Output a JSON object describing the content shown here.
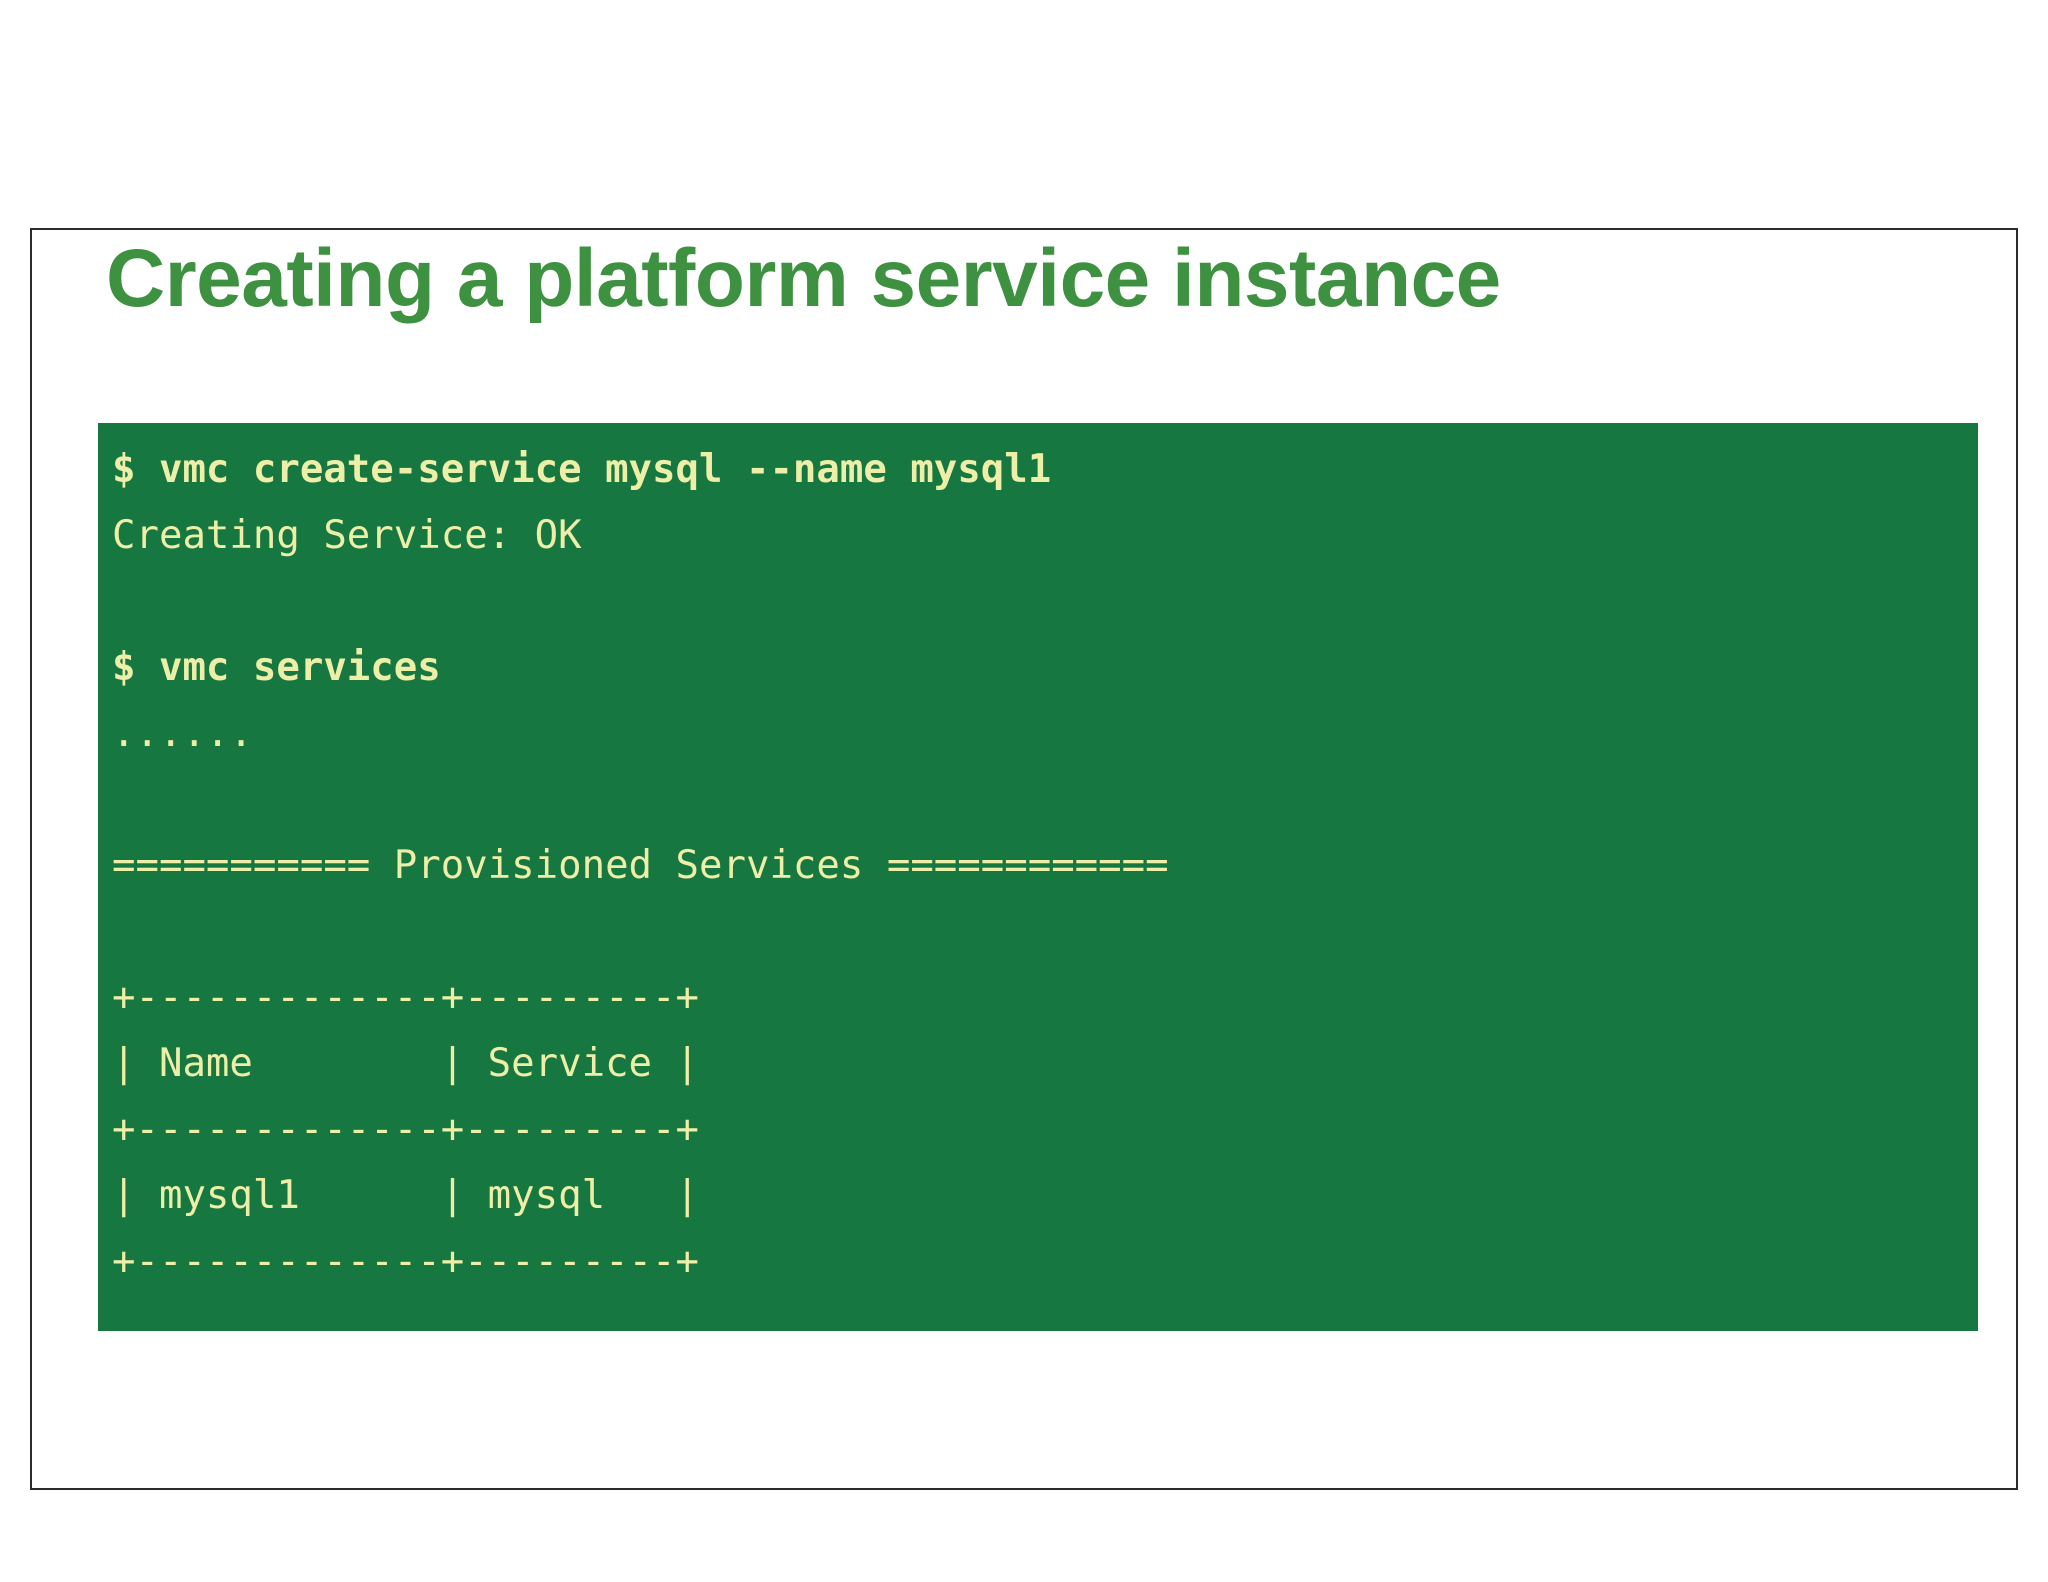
{
  "slide": {
    "title": "Creating a platform service instance",
    "title_color": "#3e9140"
  },
  "terminal": {
    "background_color": "#177740",
    "text_color": "#edeea8",
    "lines": [
      {
        "text": "$ vmc create-service mysql --name mysql1",
        "bold": true
      },
      {
        "text": "Creating Service: OK",
        "bold": false
      },
      {
        "text": "",
        "bold": false
      },
      {
        "text": "$ vmc services",
        "bold": true
      },
      {
        "text": "......",
        "bold": false
      },
      {
        "text": "",
        "bold": false
      },
      {
        "text": "=========== Provisioned Services ============",
        "bold": false
      },
      {
        "text": "",
        "bold": false
      },
      {
        "text": "+-------------+---------+",
        "bold": false
      },
      {
        "text": "| Name        | Service |",
        "bold": false
      },
      {
        "text": "+-------------+---------+",
        "bold": false
      },
      {
        "text": "| mysql1      | mysql   |",
        "bold": false
      },
      {
        "text": "+-------------+---------+",
        "bold": false
      }
    ],
    "table": {
      "headers": [
        "Name",
        "Service"
      ],
      "rows": [
        [
          "mysql1",
          "mysql"
        ]
      ],
      "section_heading": "Provisioned Services"
    },
    "commands": [
      "$ vmc create-service mysql --name mysql1",
      "$ vmc services"
    ],
    "outputs": [
      "Creating Service: OK",
      "......"
    ]
  }
}
